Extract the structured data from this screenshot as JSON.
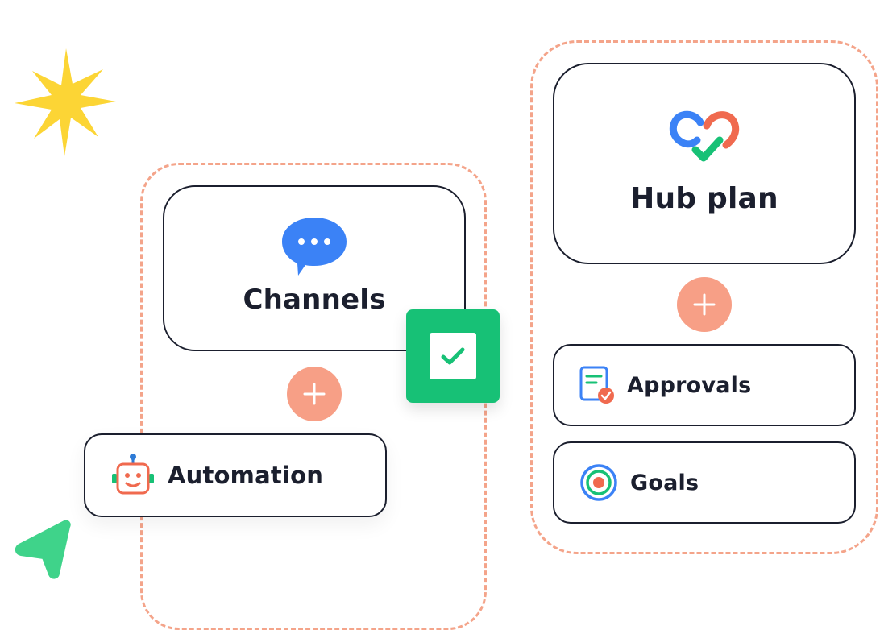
{
  "cards": {
    "channels": {
      "title": "Channels",
      "icon": "chat-bubble-icon"
    },
    "automation": {
      "title": "Automation",
      "icon": "robot-icon"
    },
    "hub_plan": {
      "title": "Hub plan",
      "icon": "heart-check-logo-icon"
    },
    "approvals": {
      "title": "Approvals",
      "icon": "document-check-icon"
    },
    "goals": {
      "title": "Goals",
      "icon": "target-icon"
    }
  },
  "decor": {
    "sparkle": "sparkle-star-icon",
    "cursor": "cursor-arrow-icon",
    "check": "checkbox-checked-icon",
    "plus": "plus-icon"
  },
  "colors": {
    "dash": "#f4a48a",
    "plus": "#f79f86",
    "green": "#17c176",
    "blue": "#3b82f6",
    "star": "#fcd535",
    "cursor": "#3fd38a",
    "ink": "#1b1f2e"
  }
}
